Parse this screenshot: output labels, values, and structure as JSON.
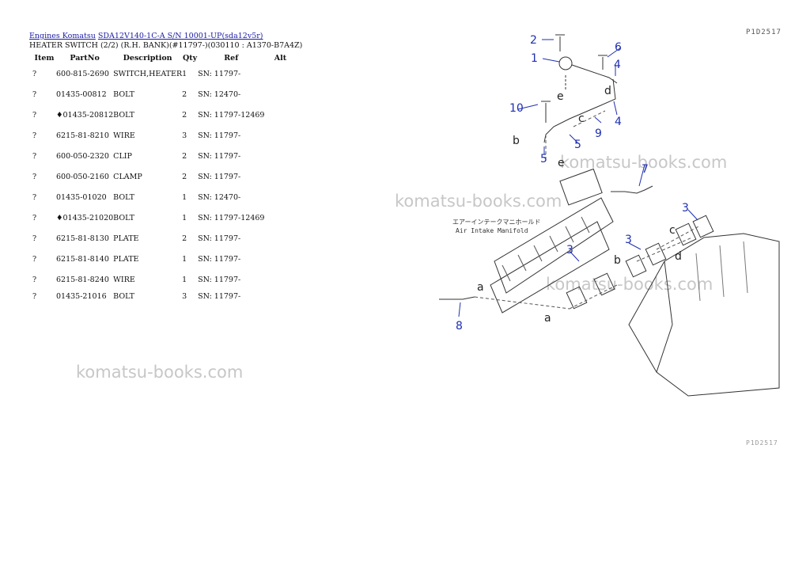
{
  "breadcrumb": {
    "link1": "Engines Komatsu",
    "link2": "SDA12V140-1C-A S/N 10001-UP(sda12v5r)"
  },
  "page_title": "HEATER SWITCH (2/2) (R.H. BANK)(#11797-)(030110 : A1370-B7A4Z)",
  "table": {
    "headers": [
      "Item",
      "PartNo",
      "Description",
      "Qty",
      "Ref",
      "Alt"
    ],
    "rows": [
      {
        "item": "?",
        "part": "600-815-2690",
        "desc": "SWITCH,HEATER",
        "qty": "1",
        "ref": "SN: 11797-",
        "alt": ""
      },
      {
        "item": "?",
        "part": "01435-00812",
        "desc": "BOLT",
        "qty": "2",
        "ref": "SN: 12470-",
        "alt": ""
      },
      {
        "item": "?",
        "part": "♦01435-20812",
        "desc": "BOLT",
        "qty": "2",
        "ref": "SN: 11797-12469",
        "alt": ""
      },
      {
        "item": "?",
        "part": "6215-81-8210",
        "desc": "WIRE",
        "qty": "3",
        "ref": "SN: 11797-",
        "alt": ""
      },
      {
        "item": "?",
        "part": "600-050-2320",
        "desc": "CLIP",
        "qty": "2",
        "ref": "SN: 11797-",
        "alt": ""
      },
      {
        "item": "?",
        "part": "600-050-2160",
        "desc": "CLAMP",
        "qty": "2",
        "ref": "SN: 11797-",
        "alt": ""
      },
      {
        "item": "?",
        "part": "01435-01020",
        "desc": "BOLT",
        "qty": "1",
        "ref": "SN: 12470-",
        "alt": ""
      },
      {
        "item": "?",
        "part": "♦01435-21020",
        "desc": "BOLT",
        "qty": "1",
        "ref": "SN: 11797-12469",
        "alt": ""
      },
      {
        "item": "?",
        "part": "6215-81-8130",
        "desc": "PLATE",
        "qty": "2",
        "ref": "SN: 11797-",
        "alt": ""
      },
      {
        "item": "?",
        "part": "6215-81-8140",
        "desc": "PLATE",
        "qty": "1",
        "ref": "SN: 11797-",
        "alt": ""
      },
      {
        "item": "?",
        "part": "6215-81-8240",
        "desc": "WIRE",
        "qty": "1",
        "ref": "SN: 11797-",
        "alt": ""
      },
      {
        "item": "?",
        "part": "01435-21016",
        "desc": "BOLT",
        "qty": "3",
        "ref": "SN: 11797-",
        "alt": ""
      }
    ]
  },
  "watermark": "komatsu-books.com",
  "drawing": {
    "id_top": "P1D2517",
    "id_bottom": "P1D2517",
    "callouts": [
      "1",
      "2",
      "3",
      "4",
      "5",
      "6",
      "7",
      "8",
      "9",
      "10"
    ],
    "letters": [
      "a",
      "b",
      "c",
      "d",
      "e"
    ],
    "jp_label": "エアーインテークマニホールド",
    "en_label": "Air Intake Manifold",
    "callout_color": "#1f2fb0"
  }
}
